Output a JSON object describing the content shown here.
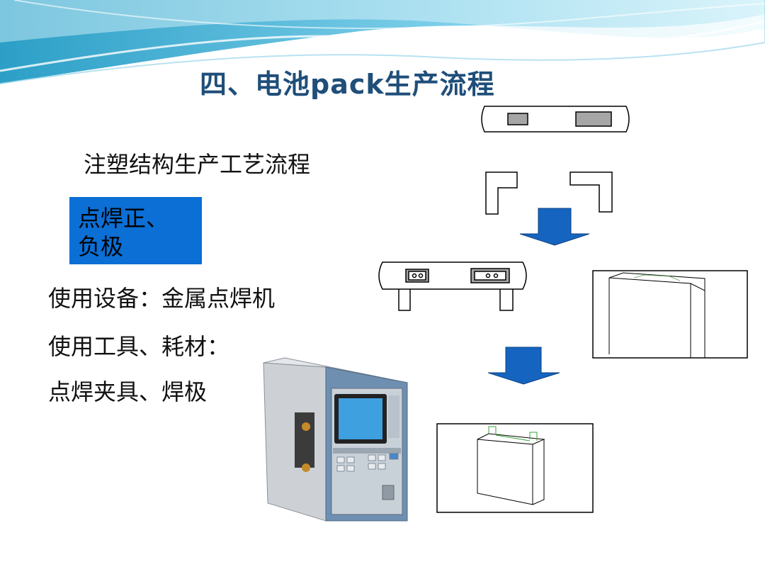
{
  "slide": {
    "title": "四、电池pack生产流程",
    "subtitle": "注塑结构生产工艺流程",
    "step_box": [
      "点焊正、",
      "负极"
    ],
    "equipment_line": "使用设备：金属点焊机",
    "tools_line": "使用工具、耗材：",
    "fixtures_line": "点焊夹具、焊极"
  },
  "colors": {
    "title": "#1f4e79",
    "step_box": "#0b6fd6",
    "arrow": "#1565c0",
    "wave": "#4fb8d8"
  },
  "icons": [
    "down-arrow-icon",
    "spot-welder-machine",
    "nickel-strip",
    "battery-cell"
  ]
}
